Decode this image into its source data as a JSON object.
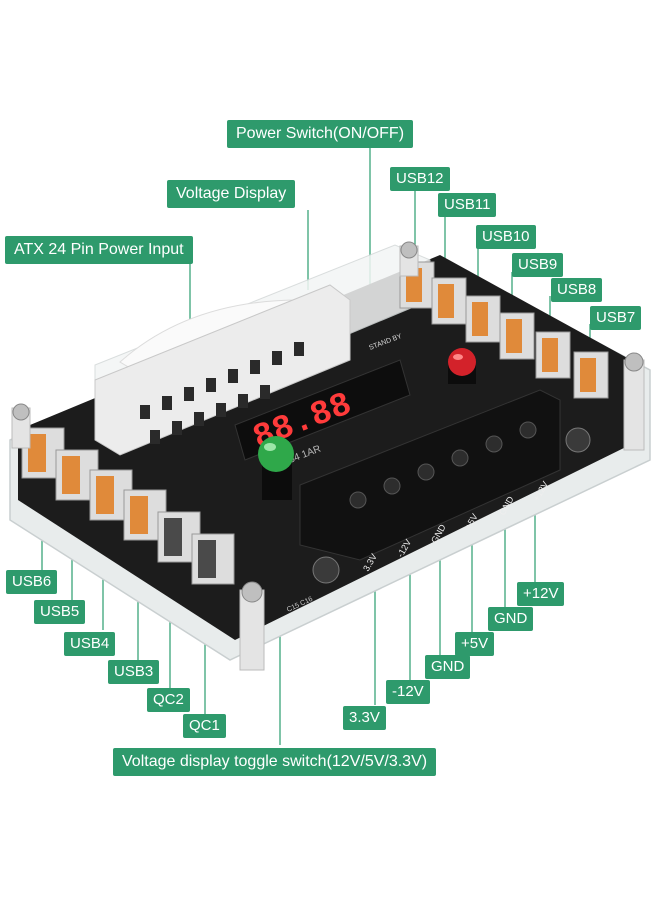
{
  "callouts": {
    "power_switch": "Power Switch(ON/OFF)",
    "voltage_display": "Voltage  Display",
    "atx_input": "ATX 24 Pin Power Input",
    "toggle_switch": "Voltage display toggle switch(12V/5V/3.3V)"
  },
  "usb_right": [
    "USB12",
    "USB11",
    "USB10",
    "USB9",
    "USB8",
    "USB7"
  ],
  "usb_left": [
    "USB6",
    "USB5",
    "USB4",
    "USB3",
    "QC2",
    "QC1"
  ],
  "terminals": [
    "+12V",
    "GND",
    "+5V",
    "GND",
    "-12V",
    "3.3V"
  ],
  "board_text": {
    "terminal_marks": [
      "3.3V",
      "-12V",
      "GND",
      "+5V",
      "GND",
      "+12V"
    ],
    "display_digits": "88.88",
    "chip_label": "284 1AR",
    "standby": "STAND BY",
    "cap_label": "C15 C16"
  },
  "colors": {
    "callout": "#2e9a6c",
    "board": "#1c1c1c",
    "usb_orange": "#e08a3a",
    "switch_red": "#d3222a",
    "switch_green": "#2fa84a",
    "display_red": "#ff3b3b"
  }
}
